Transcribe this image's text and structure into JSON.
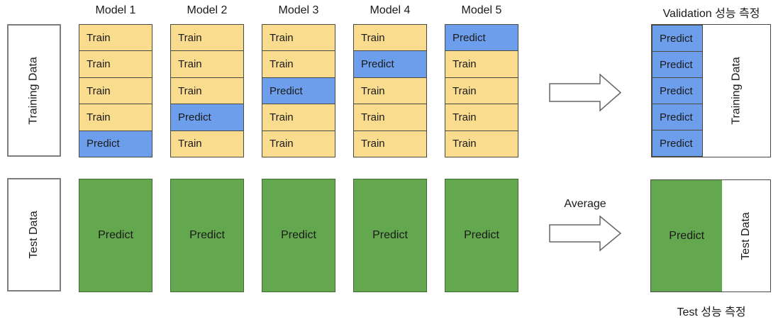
{
  "labels": {
    "training_data": "Training Data",
    "test_data": "Test Data",
    "average": "Average",
    "validation_title": "Validation 성능 측정",
    "test_title": "Test 성능 측정"
  },
  "models": [
    {
      "label": "Model 1",
      "cells": [
        "Train",
        "Train",
        "Train",
        "Train",
        "Predict"
      ],
      "test_cell": "Predict"
    },
    {
      "label": "Model 2",
      "cells": [
        "Train",
        "Train",
        "Train",
        "Predict",
        "Train"
      ],
      "test_cell": "Predict"
    },
    {
      "label": "Model 3",
      "cells": [
        "Train",
        "Train",
        "Predict",
        "Train",
        "Train"
      ],
      "test_cell": "Predict"
    },
    {
      "label": "Model 4",
      "cells": [
        "Train",
        "Predict",
        "Train",
        "Train",
        "Train"
      ],
      "test_cell": "Predict"
    },
    {
      "label": "Model 5",
      "cells": [
        "Predict",
        "Train",
        "Train",
        "Train",
        "Train"
      ],
      "test_cell": "Predict"
    }
  ],
  "validation": {
    "cells": [
      "Predict",
      "Predict",
      "Predict",
      "Predict",
      "Predict"
    ],
    "side_label": "Training Data"
  },
  "test_result": {
    "cell": "Predict",
    "side_label": "Test Data"
  },
  "colors": {
    "train_fill": "#FADC8F",
    "predict_fill": "#6D9EEB",
    "test_predict_fill": "#63A74E",
    "cell_border": "#4A4A4A",
    "label_box_border": "#7D7D7D",
    "text": "#1A1A1A"
  }
}
